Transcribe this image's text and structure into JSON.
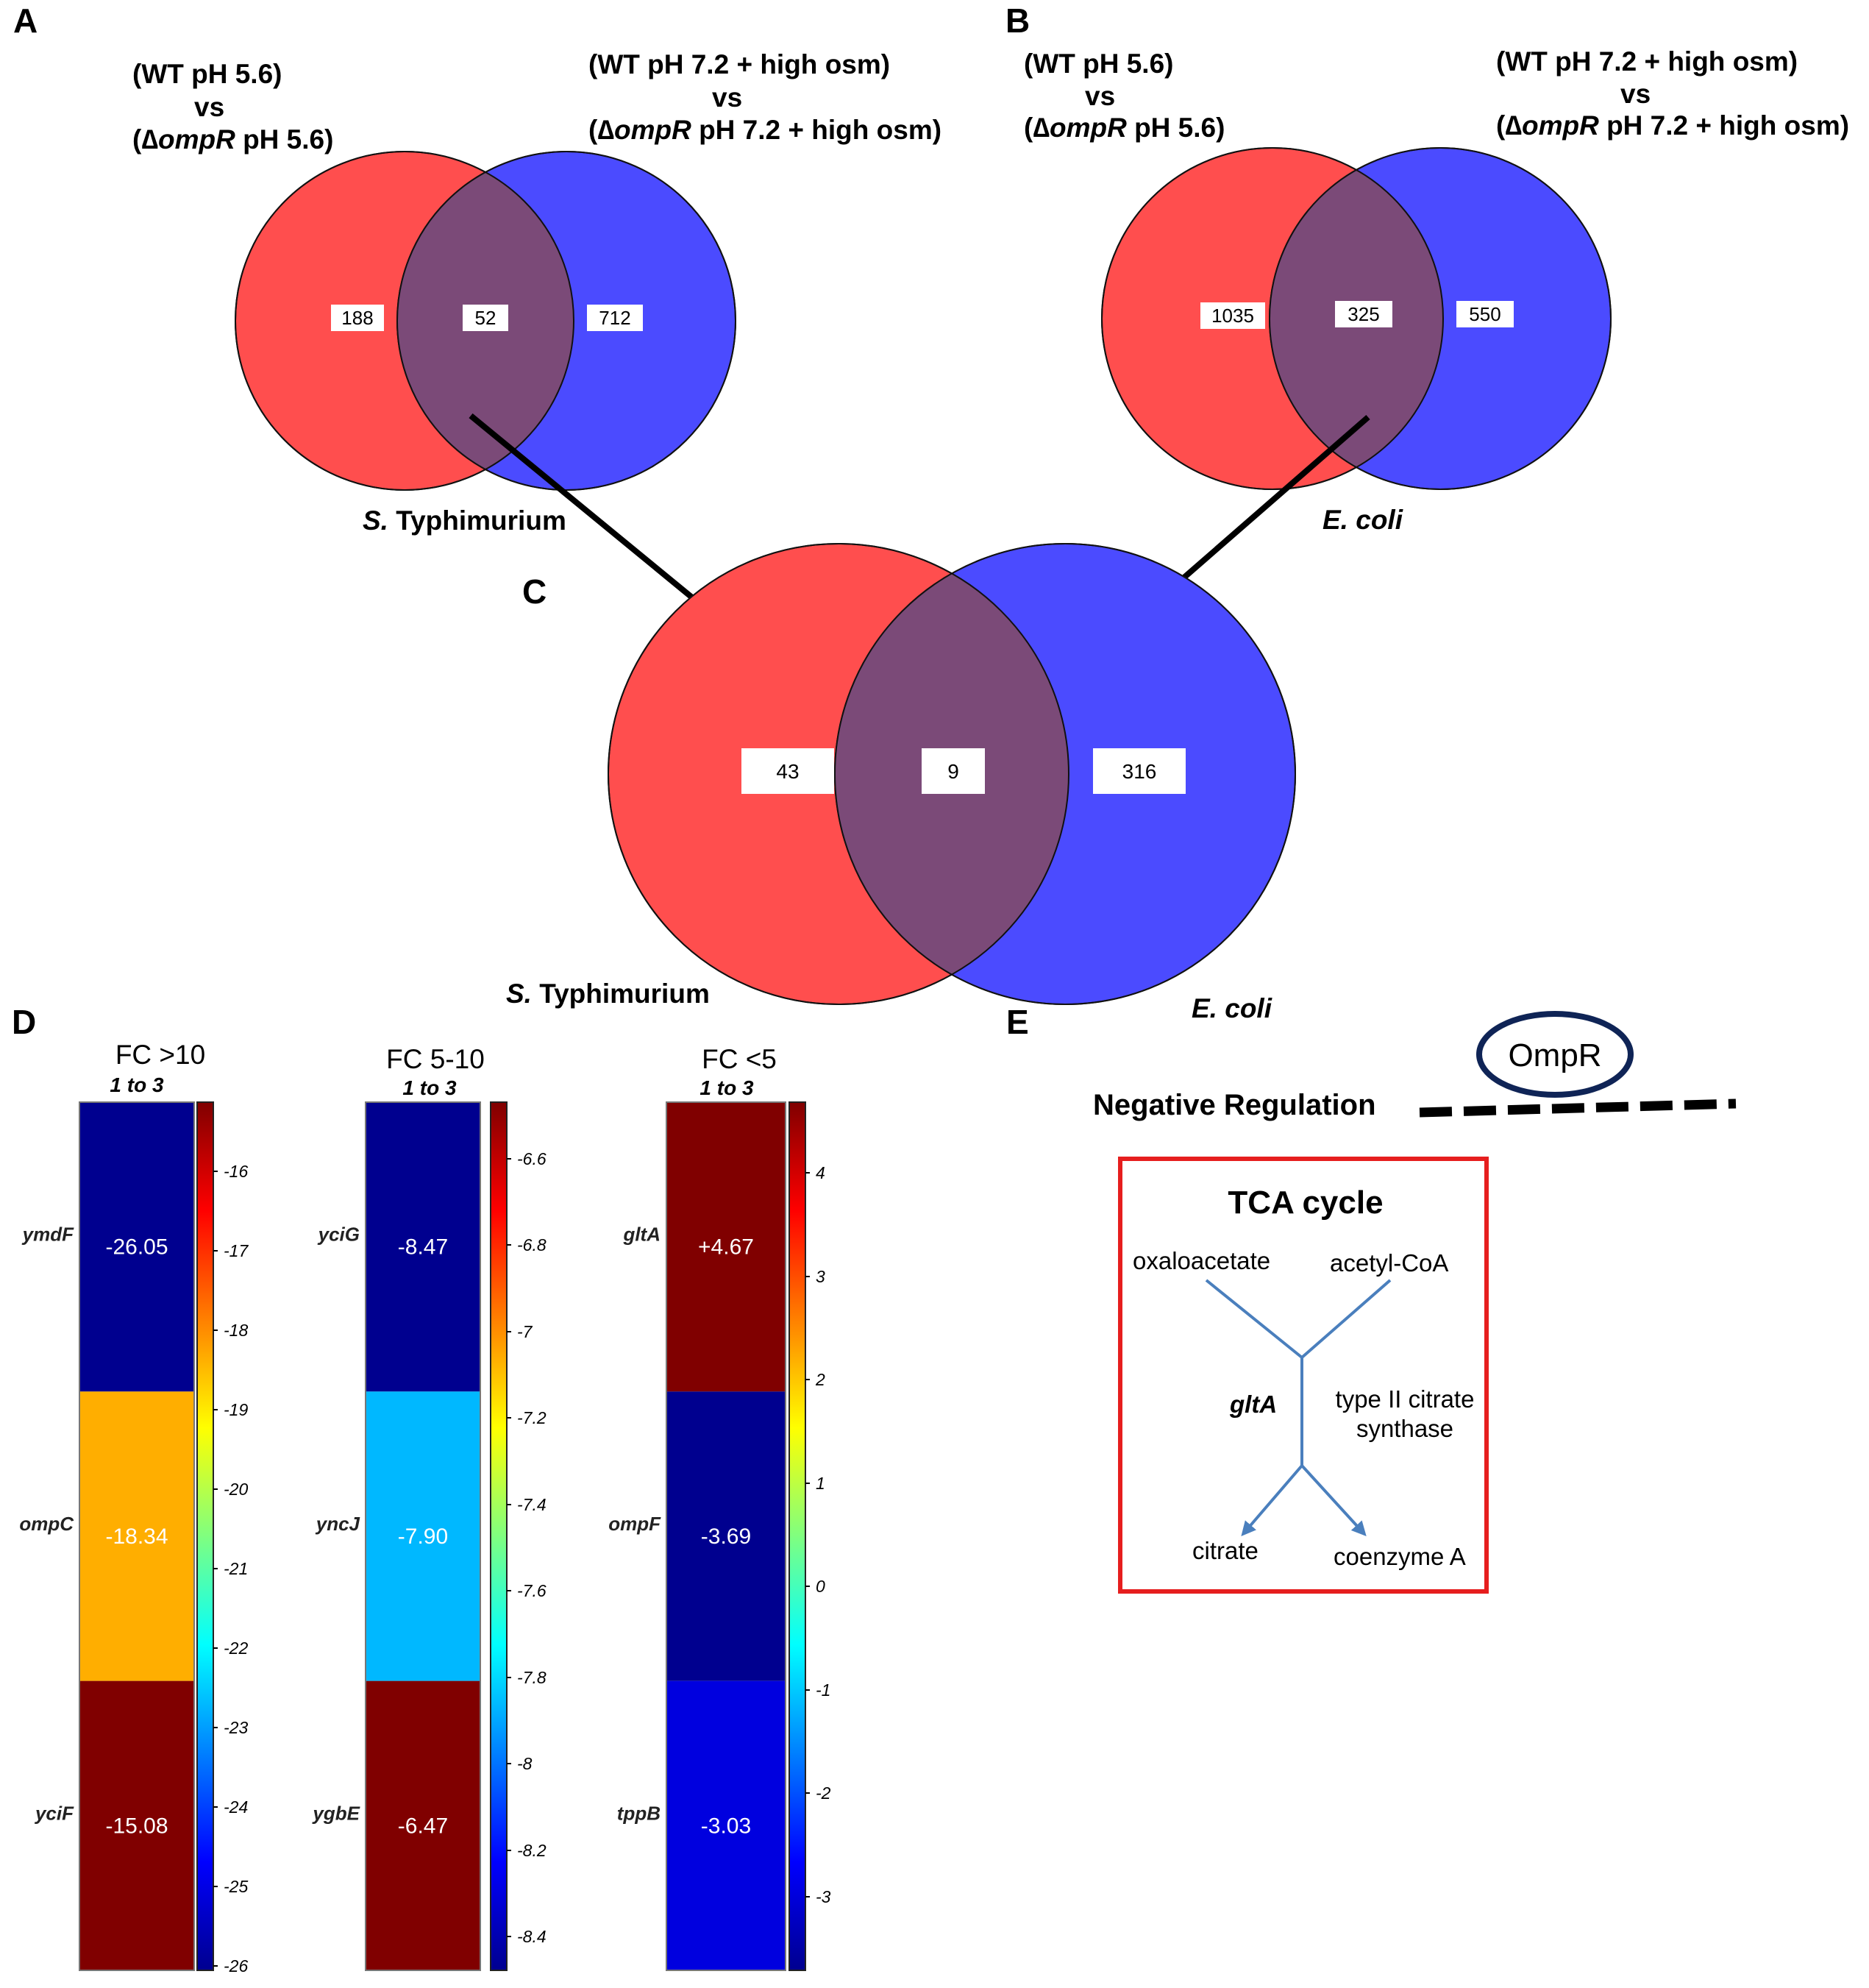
{
  "panels": {
    "A": {
      "letter": "A",
      "left_label": [
        "(WT pH 5.6)",
        "vs",
        "(ΔompR  pH 5.6)"
      ],
      "right_label": [
        "(WT pH 7.2 + high osm)",
        "vs",
        "(ΔompR  pH 7.2 + high osm)"
      ],
      "counts": {
        "left": "188",
        "overlap": "52",
        "right": "712"
      },
      "species": "S. Typhimurium"
    },
    "B": {
      "letter": "B",
      "left_label": [
        "(WT pH 5.6)",
        "vs",
        "(ΔompR  pH 5.6)"
      ],
      "right_label": [
        "(WT pH 7.2 + high osm)",
        "vs",
        "(ΔompR  pH 7.2 + high osm)"
      ],
      "counts": {
        "left": "1035",
        "overlap": "325",
        "right": "550"
      },
      "species": "E. coli"
    },
    "C": {
      "letter": "C",
      "counts": {
        "left": "43",
        "overlap": "9",
        "right": "316"
      },
      "species_left": "S. Typhimurium",
      "species_right": "E. coli"
    },
    "D": {
      "letter": "D",
      "heatmaps": [
        {
          "title": "FC >10",
          "subtitle": "1 to 3",
          "genes": [
            "ymdF",
            "ompC",
            "yciF"
          ],
          "values": [
            "-26.05",
            "-18.34",
            "-15.08"
          ],
          "colors": [
            "#00008f",
            "#ffae00",
            "#800000"
          ],
          "ticks": [
            "-16",
            "-17",
            "-18",
            "-19",
            "-20",
            "-21",
            "-22",
            "-23",
            "-24",
            "-25",
            "-26"
          ]
        },
        {
          "title": "FC 5-10",
          "subtitle": "1 to 3",
          "genes": [
            "yciG",
            "yncJ",
            "ygbE"
          ],
          "values": [
            "-8.47",
            "-7.90",
            "-6.47"
          ],
          "colors": [
            "#00008f",
            "#00b8ff",
            "#800000"
          ],
          "ticks": [
            "-6.6",
            "-6.8",
            "-7",
            "-7.2",
            "-7.4",
            "-7.6",
            "-7.8",
            "-8",
            "-8.2",
            "-8.4"
          ]
        },
        {
          "title": "FC <5",
          "subtitle": "1 to 3",
          "genes": [
            "gltA",
            "ompF",
            "tppB"
          ],
          "values": [
            "+4.67",
            "-3.69",
            "-3.03"
          ],
          "colors": [
            "#800000",
            "#00008f",
            "#0000df"
          ],
          "ticks": [
            "4",
            "3",
            "2",
            "1",
            "0",
            "-1",
            "-2",
            "-3"
          ]
        }
      ]
    },
    "E": {
      "letter": "E",
      "regulator": "OmpR",
      "regulation": "Negative  Regulation",
      "box_title": "TCA cycle",
      "substrate_left": "oxaloacetate",
      "substrate_right": "acetyl-CoA",
      "gene": "gltA",
      "enzyme": [
        "type II citrate",
        "synthase"
      ],
      "product_left": "citrate",
      "product_right": "coenzyme A"
    }
  },
  "colors": {
    "red_set": "#ff4e4e",
    "blue_set": "#4b4bff",
    "overlap": "#7b4a78",
    "tca_box": "#e61e1e",
    "pathway": "#4a7fbd",
    "ompr_ring": "#0f2456"
  }
}
